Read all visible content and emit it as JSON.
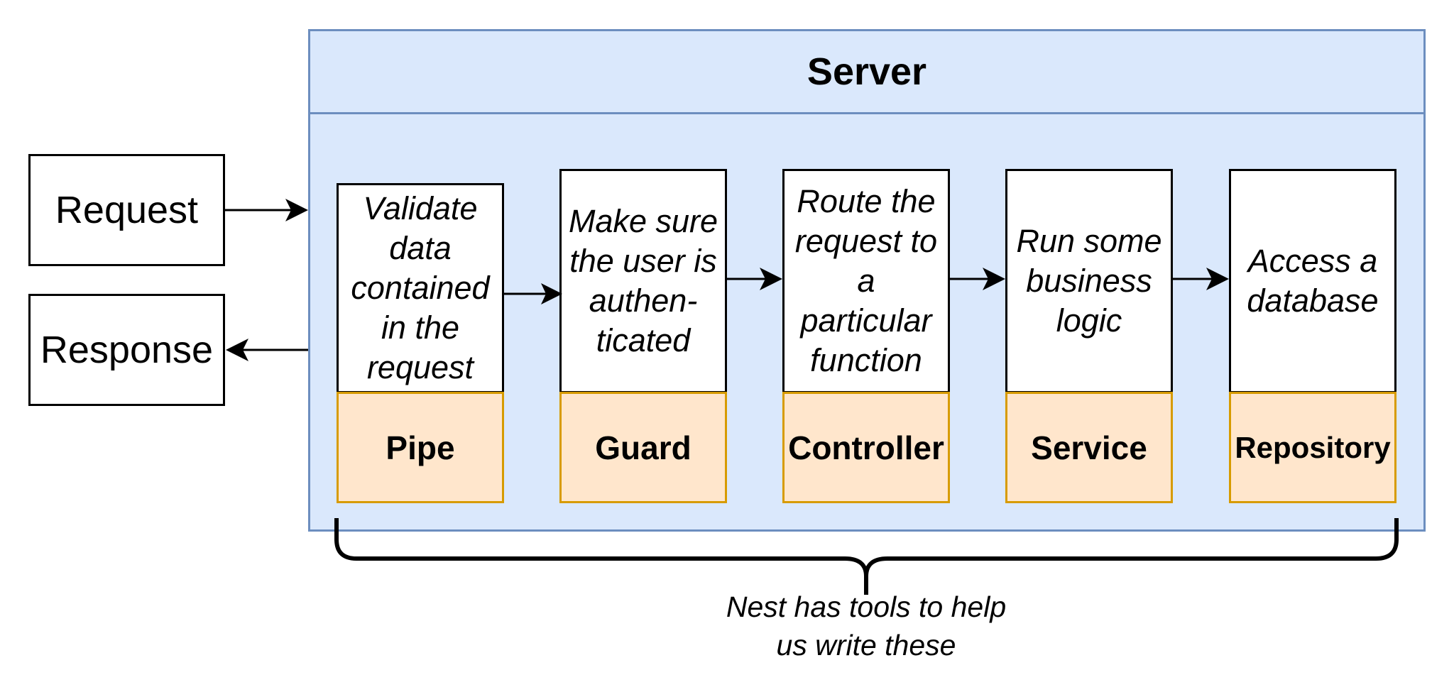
{
  "server": {
    "title": "Server"
  },
  "request_label": "Request",
  "response_label": "Response",
  "stages": [
    {
      "label": "Pipe",
      "description_lines": [
        "Validate",
        "data",
        "contained",
        "in the",
        "request"
      ]
    },
    {
      "label": "Guard",
      "description_lines": [
        "Make sure",
        "the user is",
        "authen-",
        "ticated"
      ]
    },
    {
      "label": "Controller",
      "description_lines": [
        "Route the",
        "request to",
        "a",
        "particular",
        "function"
      ]
    },
    {
      "label": "Service",
      "description_lines": [
        "Run some",
        "business",
        "logic"
      ]
    },
    {
      "label": "Repository",
      "description_lines": [
        "Access a",
        "database"
      ]
    }
  ],
  "note_lines": [
    "Nest has tools to help",
    "us write these"
  ],
  "colors": {
    "server_fill": "#dae8fc",
    "server_border": "#6c8ebf",
    "label_fill": "#ffe6cc",
    "label_border": "#d79b00"
  }
}
